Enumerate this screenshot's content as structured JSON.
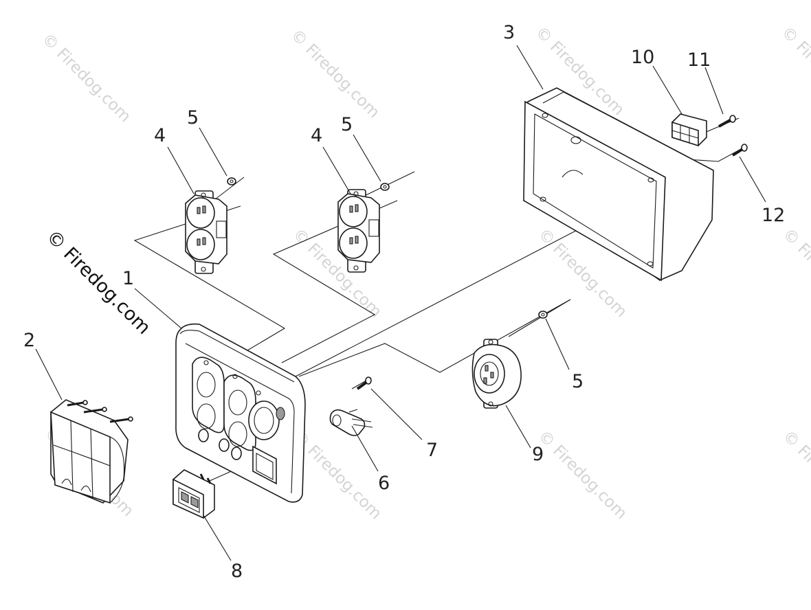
{
  "watermark": {
    "text": "© Firedog.com",
    "main_text": "© Firedog.com"
  },
  "callouts": {
    "c1": "1",
    "c2": "2",
    "c3": "3",
    "c4a": "4",
    "c4b": "4",
    "c5a": "5",
    "c5b": "5",
    "c5c": "5",
    "c6": "6",
    "c7": "7",
    "c8": "8",
    "c9": "9",
    "c10": "10",
    "c11": "11",
    "c12": "12"
  },
  "parts": {
    "p1": "control-panel-faceplate",
    "p2": "outlet-cover-flaps",
    "p3": "panel-back-box",
    "p4": "duplex-receptacle",
    "p5": "nut",
    "p6": "circuit-breaker",
    "p7": "screw",
    "p8": "rocker-switch",
    "p9": "twist-lock-receptacle",
    "p10": "terminal-block",
    "p11": "screw",
    "p12": "screw"
  }
}
